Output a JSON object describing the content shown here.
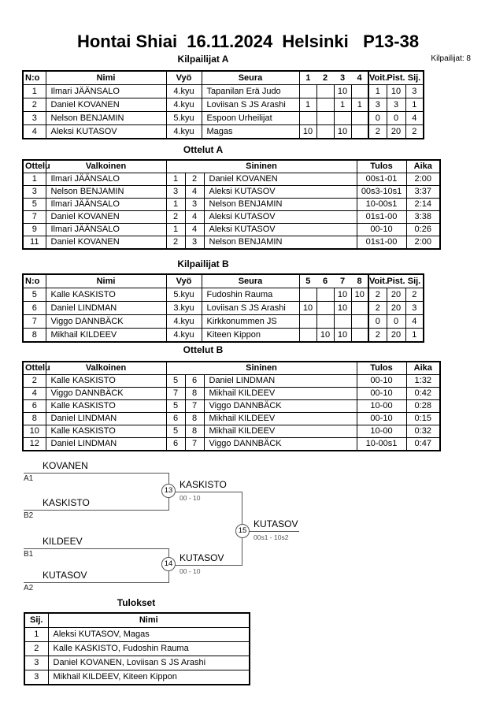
{
  "page": {
    "title": "Hontai Shiai  16.11.2024  Helsinki   P13-38",
    "competitors_label": "Kilpailijat: 8"
  },
  "pool_a": {
    "title": "Kilpailijat A",
    "headers": [
      "N:o",
      "Nimi",
      "Vyö",
      "Seura",
      "1",
      "2",
      "3",
      "4",
      "Voit.",
      "Pist.",
      "Sij."
    ],
    "rows": [
      [
        "1",
        "Ilmari JÄÄNSALO",
        "4.kyu",
        "Tapanilan Erä Judo",
        "",
        "",
        "10",
        "",
        "1",
        "10",
        "3"
      ],
      [
        "2",
        "Daniel KOVANEN",
        "4.kyu",
        "Loviisan S JS Arashi",
        "1",
        "",
        "1",
        "1",
        "3",
        "3",
        "1"
      ],
      [
        "3",
        "Nelson BENJAMIN",
        "5.kyu",
        "Espoon Urheilijat",
        "",
        "",
        "",
        "",
        "0",
        "0",
        "4"
      ],
      [
        "4",
        "Aleksi KUTASOV",
        "4.kyu",
        "Magas",
        "10",
        "",
        "10",
        "",
        "2",
        "20",
        "2"
      ]
    ]
  },
  "matches_a": {
    "title": "Ottelut A",
    "headers": [
      "Ottelu",
      "Valkoinen",
      "Sininen",
      "Tulos",
      "Aika"
    ],
    "rows": [
      [
        "1",
        "Ilmari JÄÄNSALO",
        "1",
        "2",
        "Daniel KOVANEN",
        "00s1-01",
        "2:00"
      ],
      [
        "3",
        "Nelson BENJAMIN",
        "3",
        "4",
        "Aleksi KUTASOV",
        "00s3-10s1",
        "3:37"
      ],
      [
        "5",
        "Ilmari JÄÄNSALO",
        "1",
        "3",
        "Nelson BENJAMIN",
        "10-00s1",
        "2:14"
      ],
      [
        "7",
        "Daniel KOVANEN",
        "2",
        "4",
        "Aleksi KUTASOV",
        "01s1-00",
        "3:38"
      ],
      [
        "9",
        "Ilmari JÄÄNSALO",
        "1",
        "4",
        "Aleksi KUTASOV",
        "00-10",
        "0:26"
      ],
      [
        "11",
        "Daniel KOVANEN",
        "2",
        "3",
        "Nelson BENJAMIN",
        "01s1-00",
        "2:00"
      ]
    ]
  },
  "pool_b": {
    "title": "Kilpailijat B",
    "headers": [
      "N:o",
      "Nimi",
      "Vyö",
      "Seura",
      "5",
      "6",
      "7",
      "8",
      "Voit.",
      "Pist.",
      "Sij."
    ],
    "rows": [
      [
        "5",
        "Kalle KASKISTO",
        "5.kyu",
        "Fudoshin Rauma",
        "",
        "",
        "10",
        "10",
        "2",
        "20",
        "2"
      ],
      [
        "6",
        "Daniel LINDMAN",
        "3.kyu",
        "Loviisan S JS Arashi",
        "10",
        "",
        "10",
        "",
        "2",
        "20",
        "3"
      ],
      [
        "7",
        "Viggo DANNBÄCK",
        "4.kyu",
        "Kirkkonummen JS",
        "",
        "",
        "",
        "",
        "0",
        "0",
        "4"
      ],
      [
        "8",
        "Mikhail KILDEEV",
        "4.kyu",
        "Kiteen Kippon",
        "",
        "10",
        "10",
        "",
        "2",
        "20",
        "1"
      ]
    ]
  },
  "matches_b": {
    "title": "Ottelut B",
    "headers": [
      "Ottelu",
      "Valkoinen",
      "Sininen",
      "Tulos",
      "Aika"
    ],
    "rows": [
      [
        "2",
        "Kalle KASKISTO",
        "5",
        "6",
        "Daniel LINDMAN",
        "00-10",
        "1:32"
      ],
      [
        "4",
        "Viggo DANNBÄCK",
        "7",
        "8",
        "Mikhail KILDEEV",
        "00-10",
        "0:42"
      ],
      [
        "6",
        "Kalle KASKISTO",
        "5",
        "7",
        "Viggo DANNBÄCK",
        "10-00",
        "0:28"
      ],
      [
        "8",
        "Daniel LINDMAN",
        "6",
        "8",
        "Mikhail KILDEEV",
        "00-10",
        "0:15"
      ],
      [
        "10",
        "Kalle KASKISTO",
        "5",
        "8",
        "Mikhail KILDEEV",
        "10-00",
        "0:32"
      ],
      [
        "12",
        "Daniel LINDMAN",
        "6",
        "7",
        "Viggo DANNBÄCK",
        "10-00s1",
        "0:47"
      ]
    ]
  },
  "bracket": {
    "sf1": {
      "match_no": "13",
      "top_name": "KOVANEN",
      "top_seed": "A1",
      "bottom_name": "KASKISTO",
      "bottom_seed": "B2",
      "winner": "KASKISTO",
      "score": "00 - 10"
    },
    "sf2": {
      "match_no": "14",
      "top_name": "KILDEEV",
      "top_seed": "B1",
      "bottom_name": "KUTASOV",
      "bottom_seed": "A2",
      "winner": "KUTASOV",
      "score": "00 - 10"
    },
    "final": {
      "match_no": "15",
      "winner": "KUTASOV",
      "score": "00s1 - 10s2"
    }
  },
  "results": {
    "title": "Tulokset",
    "headers": [
      "Sij.",
      "Nimi"
    ],
    "rows": [
      [
        "1",
        "Aleksi KUTASOV, Magas"
      ],
      [
        "2",
        "Kalle KASKISTO, Fudoshin Rauma"
      ],
      [
        "3",
        "Daniel KOVANEN, Loviisan S JS Arashi"
      ],
      [
        "3",
        "Mikhail KILDEEV, Kiteen Kippon"
      ]
    ]
  }
}
